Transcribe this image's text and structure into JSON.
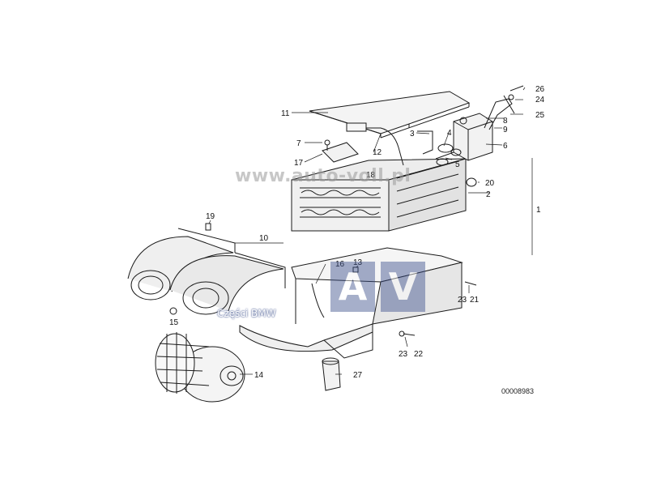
{
  "watermark": {
    "url": "www.auto-voll.pl",
    "logo_letters": [
      "A",
      "V"
    ],
    "subtitle": "Części BMW"
  },
  "reference_number": "00008983",
  "callouts": [
    "1",
    "2",
    "3",
    "4",
    "5",
    "6",
    "7",
    "8",
    "9",
    "10",
    "11",
    "12",
    "13",
    "14",
    "15",
    "16",
    "17",
    "18",
    "19",
    "20",
    "21",
    "22",
    "23",
    "23",
    "24",
    "25",
    "26",
    "27"
  ],
  "colors": {
    "line": "#1a1a1a",
    "watermark": "#3b4f8c"
  }
}
